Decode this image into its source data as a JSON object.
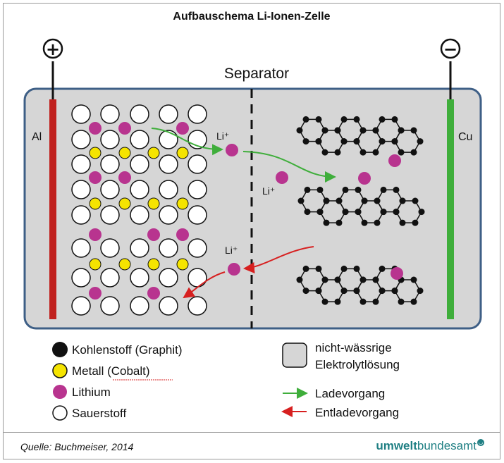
{
  "title": "Aufbauschema Li-Ionen-Zelle",
  "separator_label": "Separator",
  "terminal_plus": "+",
  "terminal_minus": "−",
  "electrode_left": "Al",
  "electrode_right": "Cu",
  "li_ion": "Li⁺",
  "legend": {
    "carbon": "Kohlenstoff (Graphit)",
    "metal": "Metall (Cobalt)",
    "lithium": "Lithium",
    "oxygen": "Sauerstoff",
    "electrolyte_1": "nicht-wässrige",
    "electrolyte_2": "Elektrolytlösung",
    "charging": "Ladevorgang",
    "discharging": "Entladevorgang"
  },
  "source": "Quelle: Buchmeiser, 2014",
  "logo": {
    "part1": "umwelt",
    "part2": "bundesamt"
  },
  "colors": {
    "cell_fill": "#d6d6d6",
    "cell_border": "#3e5f86",
    "anode": "#c0211e",
    "cathode": "#3fae3b",
    "lithium": "#b8348f",
    "cobalt": "#f5e400",
    "carbon": "#111111",
    "charge_arrow": "#3fae3b",
    "discharge_arrow": "#d72020"
  }
}
